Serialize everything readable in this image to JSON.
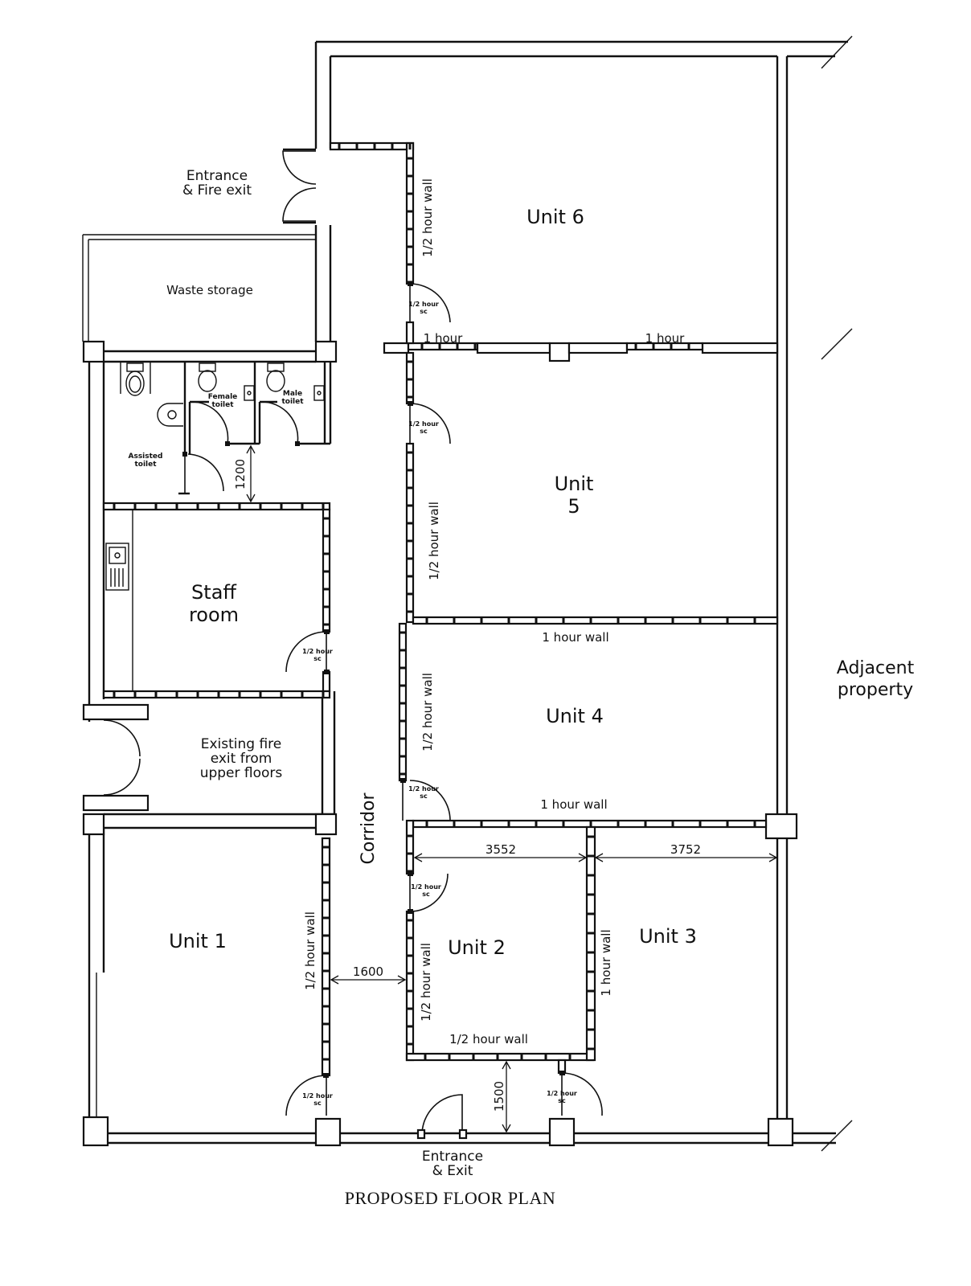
{
  "title": "PROPOSED FLOOR PLAN",
  "rooms": {
    "unit1": "Unit 1",
    "unit2": "Unit 2",
    "unit3": "Unit 3",
    "unit4": "Unit 4",
    "unit5_line1": "Unit",
    "unit5_line2": "5",
    "unit6": "Unit 6",
    "staff_line1": "Staff",
    "staff_line2": "room",
    "waste": "Waste storage",
    "corridor": "Corridor",
    "fire_exit_line1": "Existing fire",
    "fire_exit_line2": "exit from",
    "fire_exit_line3": "upper floors",
    "adjacent_line1": "Adjacent",
    "adjacent_line2": "property",
    "entrance_top_line1": "Entrance",
    "entrance_top_line2": "&  Fire exit",
    "entrance_bottom_line1": "Entrance",
    "entrance_bottom_line2": "& Exit",
    "female_toilet_line1": "Female",
    "female_toilet_line2": "toilet",
    "male_toilet_line1": "Male",
    "male_toilet_line2": "toilet",
    "assisted_toilet_line1": "Assisted",
    "assisted_toilet_line2": "toilet"
  },
  "walls": {
    "half_hour": "1/2 hour wall",
    "one_hour": "1 hour wall",
    "one_hour_short": "1 hour",
    "door_rating_line1": "1/2 hour",
    "door_rating_line2": "sc"
  },
  "dimensions": {
    "d1200": "1200",
    "d1600": "1600",
    "d1500": "1500",
    "d3552": "3552",
    "d3752": "3752"
  }
}
